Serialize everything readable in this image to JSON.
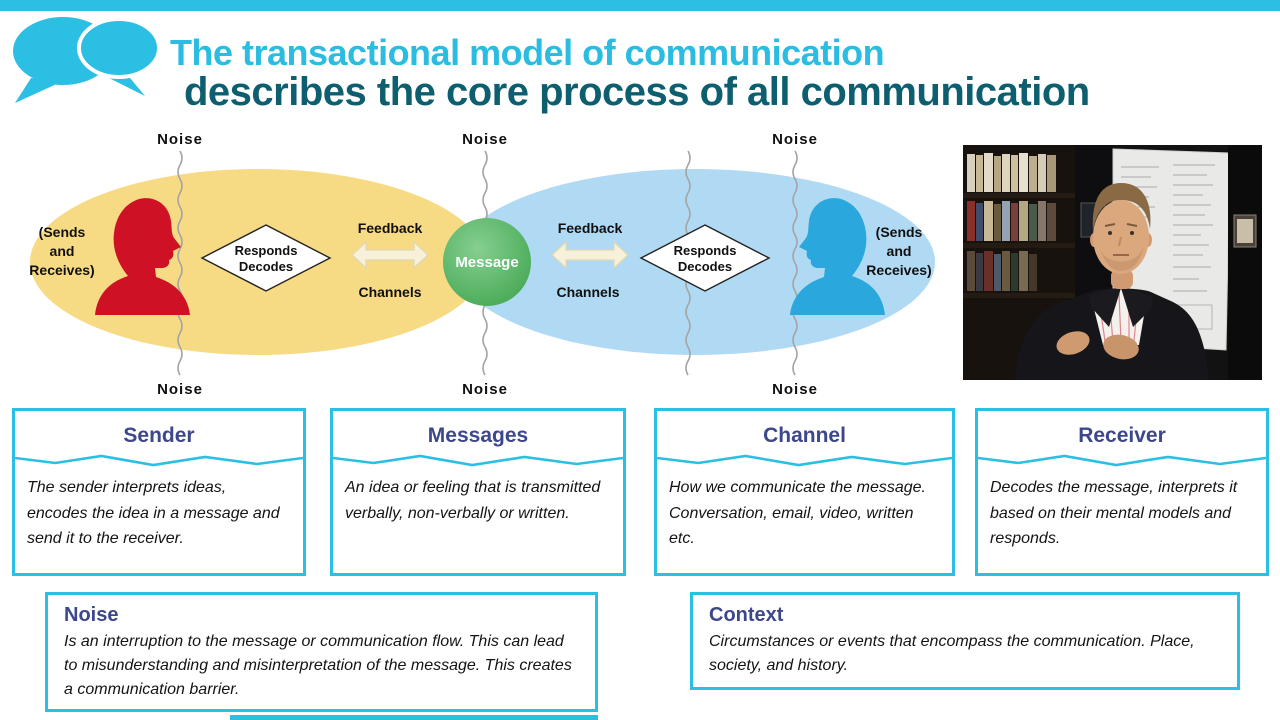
{
  "page": {
    "accent_cyan": "#2bbfe3",
    "background": "#ffffff"
  },
  "header": {
    "logo_icon": "speech-bubbles",
    "title_line1": "The transactional model of communication",
    "title_line2": "describes the core process of all communication",
    "title_line1_color": "#2bbce2",
    "title_line2_color": "#0d5f70"
  },
  "diagram": {
    "noise_top": [
      "Noise",
      "Noise",
      "Noise"
    ],
    "noise_bottom": [
      "Noise",
      "Noise",
      "Noise"
    ],
    "sender_label_lines": [
      "(Sends",
      "and",
      "Receives)"
    ],
    "receiver_label_lines": [
      "(Sends",
      "and",
      "Receives)"
    ],
    "diamond_left_lines": [
      "Responds",
      "Decodes"
    ],
    "diamond_right_lines": [
      "Responds",
      "Decodes"
    ],
    "feedback_left": "Feedback",
    "channels_left": "Channels",
    "feedback_right": "Feedback",
    "channels_right": "Channels",
    "message_label": "Message",
    "colors": {
      "sender_field": "#f7da84",
      "receiver_field": "#a9d7f2",
      "message_circle": "#54b364",
      "sender_person": "#cf1126",
      "receiver_person": "#2aa7dc"
    }
  },
  "cards": [
    {
      "title": "Sender",
      "text": "The sender interprets ideas, encodes the idea in a message and send it to the receiver."
    },
    {
      "title": "Messages",
      "text": "An idea or feeling that is transmitted verbally, non-verbally or written."
    },
    {
      "title": "Channel",
      "text": "How we communicate the message. Conversation, email, video, written etc."
    },
    {
      "title": "Receiver",
      "text": "Decodes the message, interprets it based on their mental models and responds."
    }
  ],
  "bottom_cards": [
    {
      "title": "Noise",
      "text": "Is an interruption to the message or communication flow. This can lead to misunderstanding and misinterpretation of the message. This creates a communication barrier."
    },
    {
      "title": "Context",
      "text": "Circumstances or events that encompass the communication. Place, society, and history."
    }
  ]
}
